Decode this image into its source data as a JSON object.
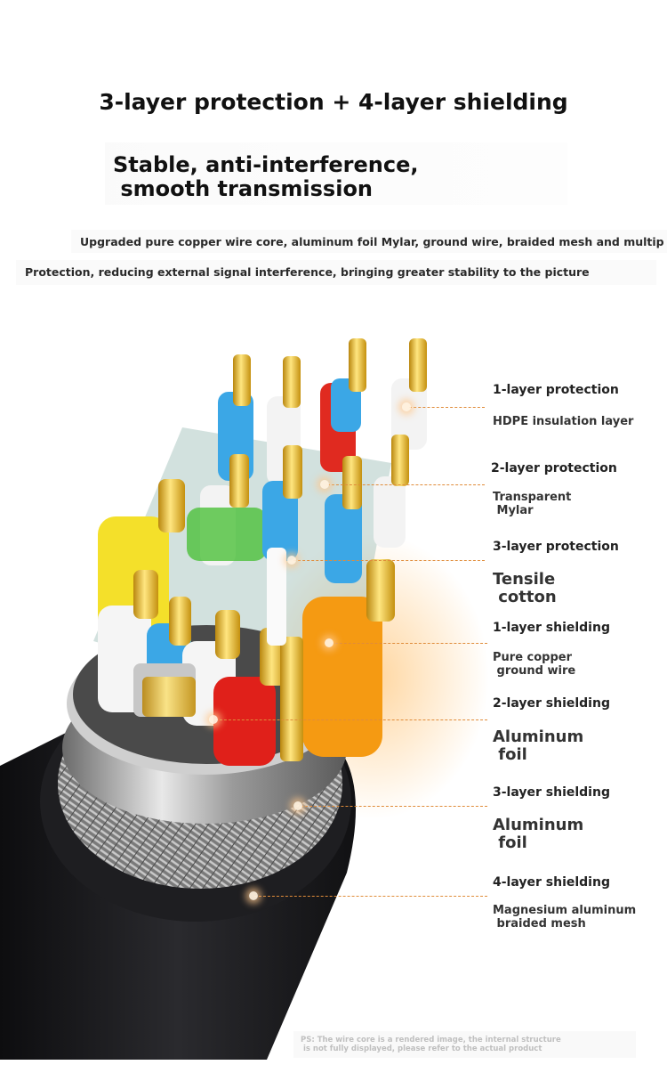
{
  "header": {
    "title": "3-layer protection + 4-layer shielding",
    "subtitle": "Stable, anti-interference,\n smooth transmission",
    "description_line1": "Upgraded pure copper wire core, aluminum foil Mylar, ground wire, braided mesh and multip",
    "description_line2": "Protection, reducing external signal interference, bringing greater stability to the picture"
  },
  "layers": [
    {
      "heading": "1-layer protection",
      "detail": "HDPE insulation layer"
    },
    {
      "heading": "2-layer protection",
      "detail": "Transparent\n Mylar"
    },
    {
      "heading": "3-layer protection",
      "detail": "Tensile\n cotton"
    },
    {
      "heading": "1-layer shielding",
      "detail": "Pure copper\n ground wire"
    },
    {
      "heading": "2-layer shielding",
      "detail": "Aluminum\n foil"
    },
    {
      "heading": "3-layer shielding",
      "detail": "Aluminum\n foil"
    },
    {
      "heading": "4-layer shielding",
      "detail": "Magnesium aluminum\n braided mesh"
    }
  ],
  "footnote": "PS: The wire core is a rendered image, the internal structure\n is not fully displayed, please refer to the actual product",
  "colors": {
    "accent_line": "#e08c3a",
    "gold": "#e5b51c",
    "blue": "#2f9fe0",
    "red": "#e0201a",
    "yellow": "#f2dc22",
    "orange": "#f59a12",
    "jacket": "#1c1c1e"
  }
}
